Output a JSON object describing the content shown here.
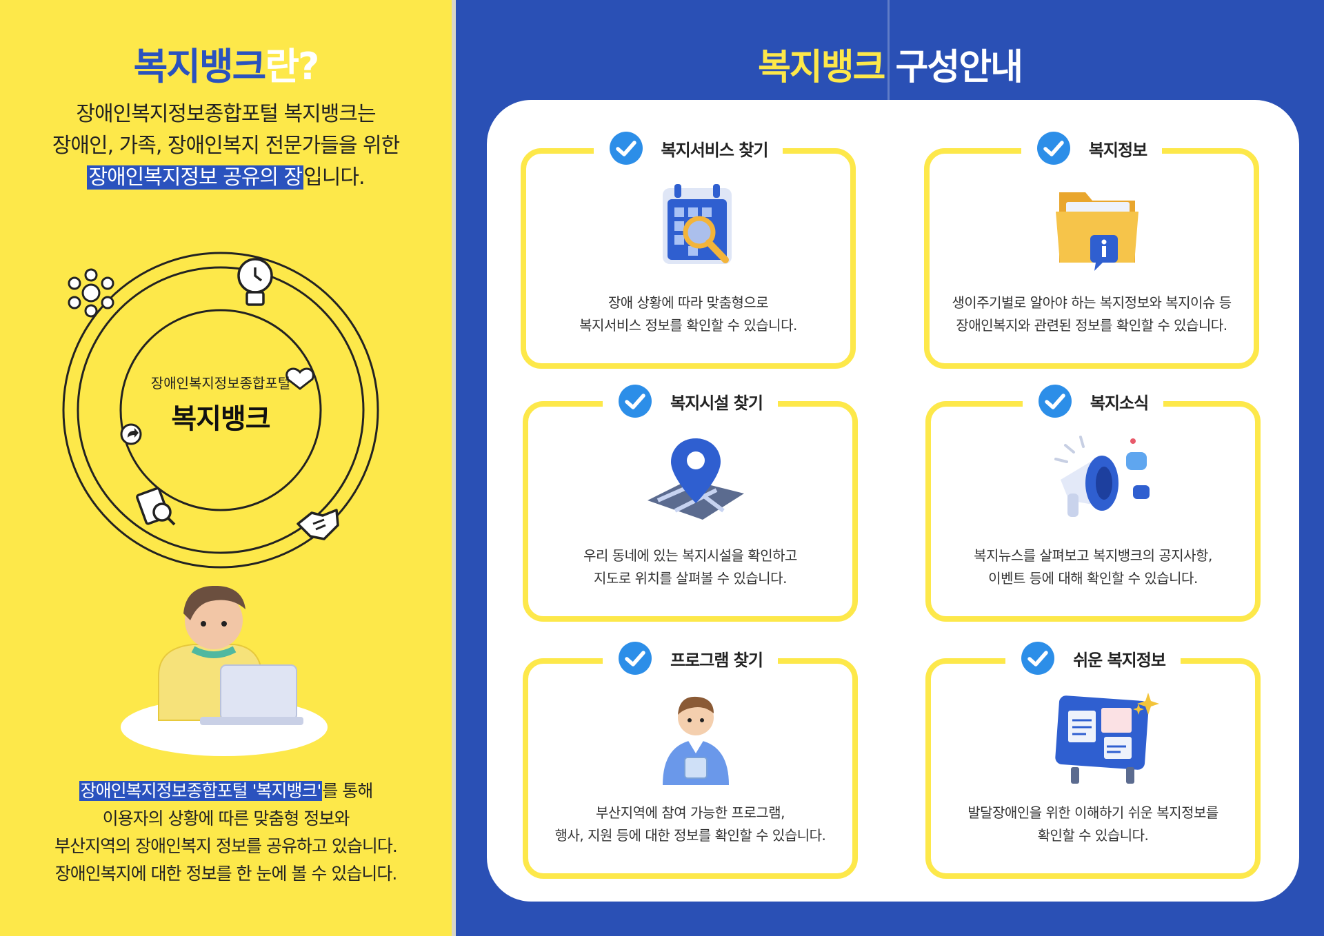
{
  "left": {
    "title_part1": "복지뱅크",
    "title_part2": "란?",
    "intro_line1": "장애인복지정보종합포털 복지뱅크는",
    "intro_line2": "장애인, 가족, 장애인복지 전문가들을 위한",
    "intro_highlight": "장애인복지정보 공유의 장",
    "intro_tail": "입니다.",
    "center_small": "장애인복지정보종합포털",
    "center_big": "복지뱅크",
    "outro_highlight": "장애인복지정보종합포털 '복지뱅크'",
    "outro_tail": "를 통해",
    "outro_line2": "이용자의 상황에 따른 맞춤형 정보와",
    "outro_line3": "부산지역의 장애인복지 정보를 공유하고 있습니다.",
    "outro_line4": "장애인복지에 대한 정보를 한 눈에 볼 수 있습니다."
  },
  "right": {
    "title_part1": "복지뱅크",
    "title_part2": " 구성안내",
    "cards": [
      {
        "title": "복지서비스 찾기",
        "icon": "calendar-search-icon",
        "desc1": "장애 상황에 따라 맞춤형으로",
        "desc2": "복지서비스 정보를 확인할 수 있습니다."
      },
      {
        "title": "복지정보",
        "icon": "folder-info-icon",
        "desc1": "생이주기별로 알아야 하는 복지정보와 복지이슈 등",
        "desc2": "장애인복지와 관련된 정보를 확인할 수 있습니다."
      },
      {
        "title": "복지시설 찾기",
        "icon": "map-pin-icon",
        "desc1": "우리 동네에 있는 복지시설을 확인하고",
        "desc2": "지도로 위치를 살펴볼 수 있습니다."
      },
      {
        "title": "복지소식",
        "icon": "megaphone-icon",
        "desc1": "복지뉴스를 살펴보고 복지뱅크의 공지사항,",
        "desc2": "이벤트 등에 대해 확인할 수 있습니다."
      },
      {
        "title": "프로그램 찾기",
        "icon": "person-tablet-icon",
        "desc1": "부산지역에 참여 가능한 프로그램,",
        "desc2": "행사, 지원 등에 대한 정보를 확인할 수 있습니다."
      },
      {
        "title": "쉬운 복지정보",
        "icon": "bulletin-board-icon",
        "desc1": "발달장애인을 위한 이해하기 쉬운 복지정보를",
        "desc2": "확인할 수 있습니다."
      }
    ]
  },
  "colors": {
    "yellow": "#fde84a",
    "blue": "#2a50b5",
    "accent_blue": "#2a52be",
    "check_blue": "#2c8ee8"
  }
}
